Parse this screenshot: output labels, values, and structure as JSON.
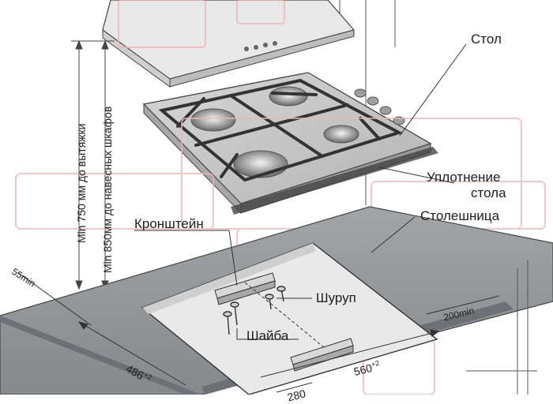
{
  "labels": {
    "stol": "Стол",
    "uplotnenie_line1": "Уплотнение",
    "uplotnenie_line2": "стола",
    "stoleshnitsa": "Столешница",
    "kronshtein": "Кронштейн",
    "shurup": "Шуруп",
    "shaiba": "Шайба"
  },
  "dimensions": {
    "hood_min": "Min 750 мм до вытяжки",
    "cabinet_min": "Min 850мм до навесных шкафов",
    "edge_min": "55min",
    "depth": "486",
    "depth_tol": "+2",
    "width": "560",
    "width_tol": "+2",
    "back_min": "200min",
    "offset": "280"
  },
  "colors": {
    "worktop": "#8f9397",
    "worktop_dark": "#6d7175",
    "cutout": "#e9e9e9",
    "hob_top": "#c9c9c9",
    "grate": "#3b3b3b",
    "line": "#333333",
    "watermark": "#f3b3b3"
  }
}
